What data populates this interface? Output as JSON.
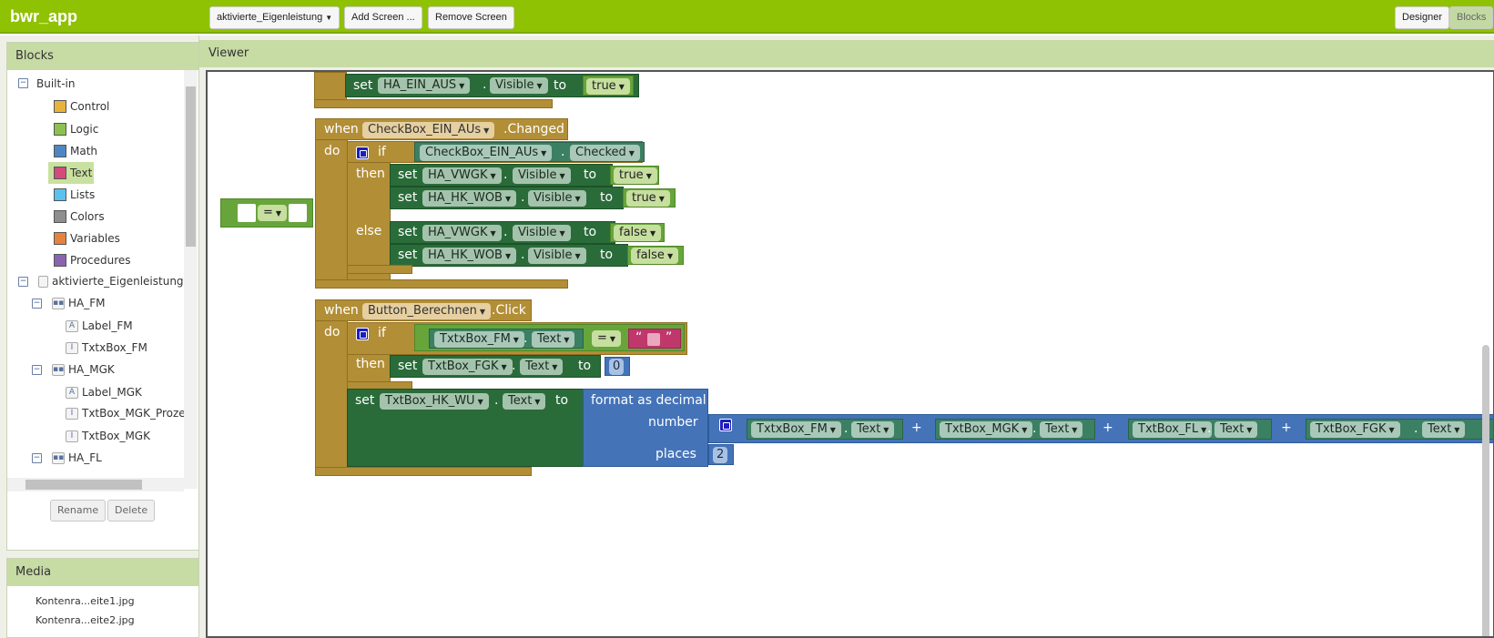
{
  "app": {
    "title": "bwr_app"
  },
  "toolbar": {
    "screen_select": "aktivierte_Eigenleistung",
    "add_screen": "Add Screen ...",
    "remove_screen": "Remove Screen",
    "designer": "Designer",
    "blocks": "Blocks"
  },
  "blocks_panel": {
    "title": "Blocks",
    "builtin": "Built-in",
    "items": [
      {
        "label": "Control",
        "color": "#e7b43b"
      },
      {
        "label": "Logic",
        "color": "#8cc151"
      },
      {
        "label": "Math",
        "color": "#4e86c4"
      },
      {
        "label": "Text",
        "color": "#d34b78"
      },
      {
        "label": "Lists",
        "color": "#59c3ee"
      },
      {
        "label": "Colors",
        "color": "#8e8e8e"
      },
      {
        "label": "Variables",
        "color": "#e5823d"
      },
      {
        "label": "Procedures",
        "color": "#8b64b0"
      }
    ],
    "screen": "aktivierte_Eigenleistung",
    "components": [
      "HA_FM",
      "Label_FM",
      "TxtxBox_FM",
      "HA_MGK",
      "Label_MGK",
      "TxtBox_MGK_Proze",
      "TxtBox_MGK",
      "HA_FL"
    ],
    "rename": "Rename",
    "delete": "Delete"
  },
  "media": {
    "title": "Media",
    "items": [
      "Kontenra...eite1.jpg",
      "Kontenra...eite2.jpg"
    ]
  },
  "viewer": {
    "title": "Viewer"
  },
  "workspace": {
    "kw": {
      "set": "set",
      "to": "to",
      "when": "when",
      "do": "do",
      "if": "if",
      "then": "then",
      "else": "else",
      "dot": ".",
      "format": "format as decimal",
      "number": "number",
      "places": "places",
      "plus": "+",
      "eq": "=",
      "quote_l": "“",
      "quote_r": "”"
    },
    "top_set": {
      "comp": "HA_EIN_AUS",
      "prop": "Visible",
      "val": "true"
    },
    "ev1": {
      "comp": "CheckBox_EIN_AUs",
      "event": ".Changed",
      "cond_comp": "CheckBox_EIN_AUs",
      "cond_prop": "Checked",
      "then1": {
        "comp": "HA_VWGK",
        "prop": "Visible",
        "val": "true"
      },
      "then2": {
        "comp": "HA_HK_WOB",
        "prop": "Visible",
        "val": "true"
      },
      "else1": {
        "comp": "HA_VWGK",
        "prop": "Visible",
        "val": "false"
      },
      "else2": {
        "comp": "HA_HK_WOB",
        "prop": "Visible",
        "val": "false"
      }
    },
    "ev2": {
      "comp": "Button_Berechnen",
      "event": ".Click",
      "cond_comp": "TxtxBox_FM",
      "cond_prop": "Text",
      "then1": {
        "comp": "TxtBox_FGK",
        "prop": "Text",
        "val": "0"
      },
      "set2": {
        "comp": "TxtBox_HK_WU",
        "prop": "Text"
      },
      "terms": [
        {
          "comp": "TxtxBox_FM",
          "prop": "Text"
        },
        {
          "comp": "TxtBox_MGK",
          "prop": "Text"
        },
        {
          "comp": "TxtBox_FL",
          "prop": "Text"
        },
        {
          "comp": "TxtBox_FGK",
          "prop": "Text"
        }
      ],
      "places": "2"
    }
  }
}
